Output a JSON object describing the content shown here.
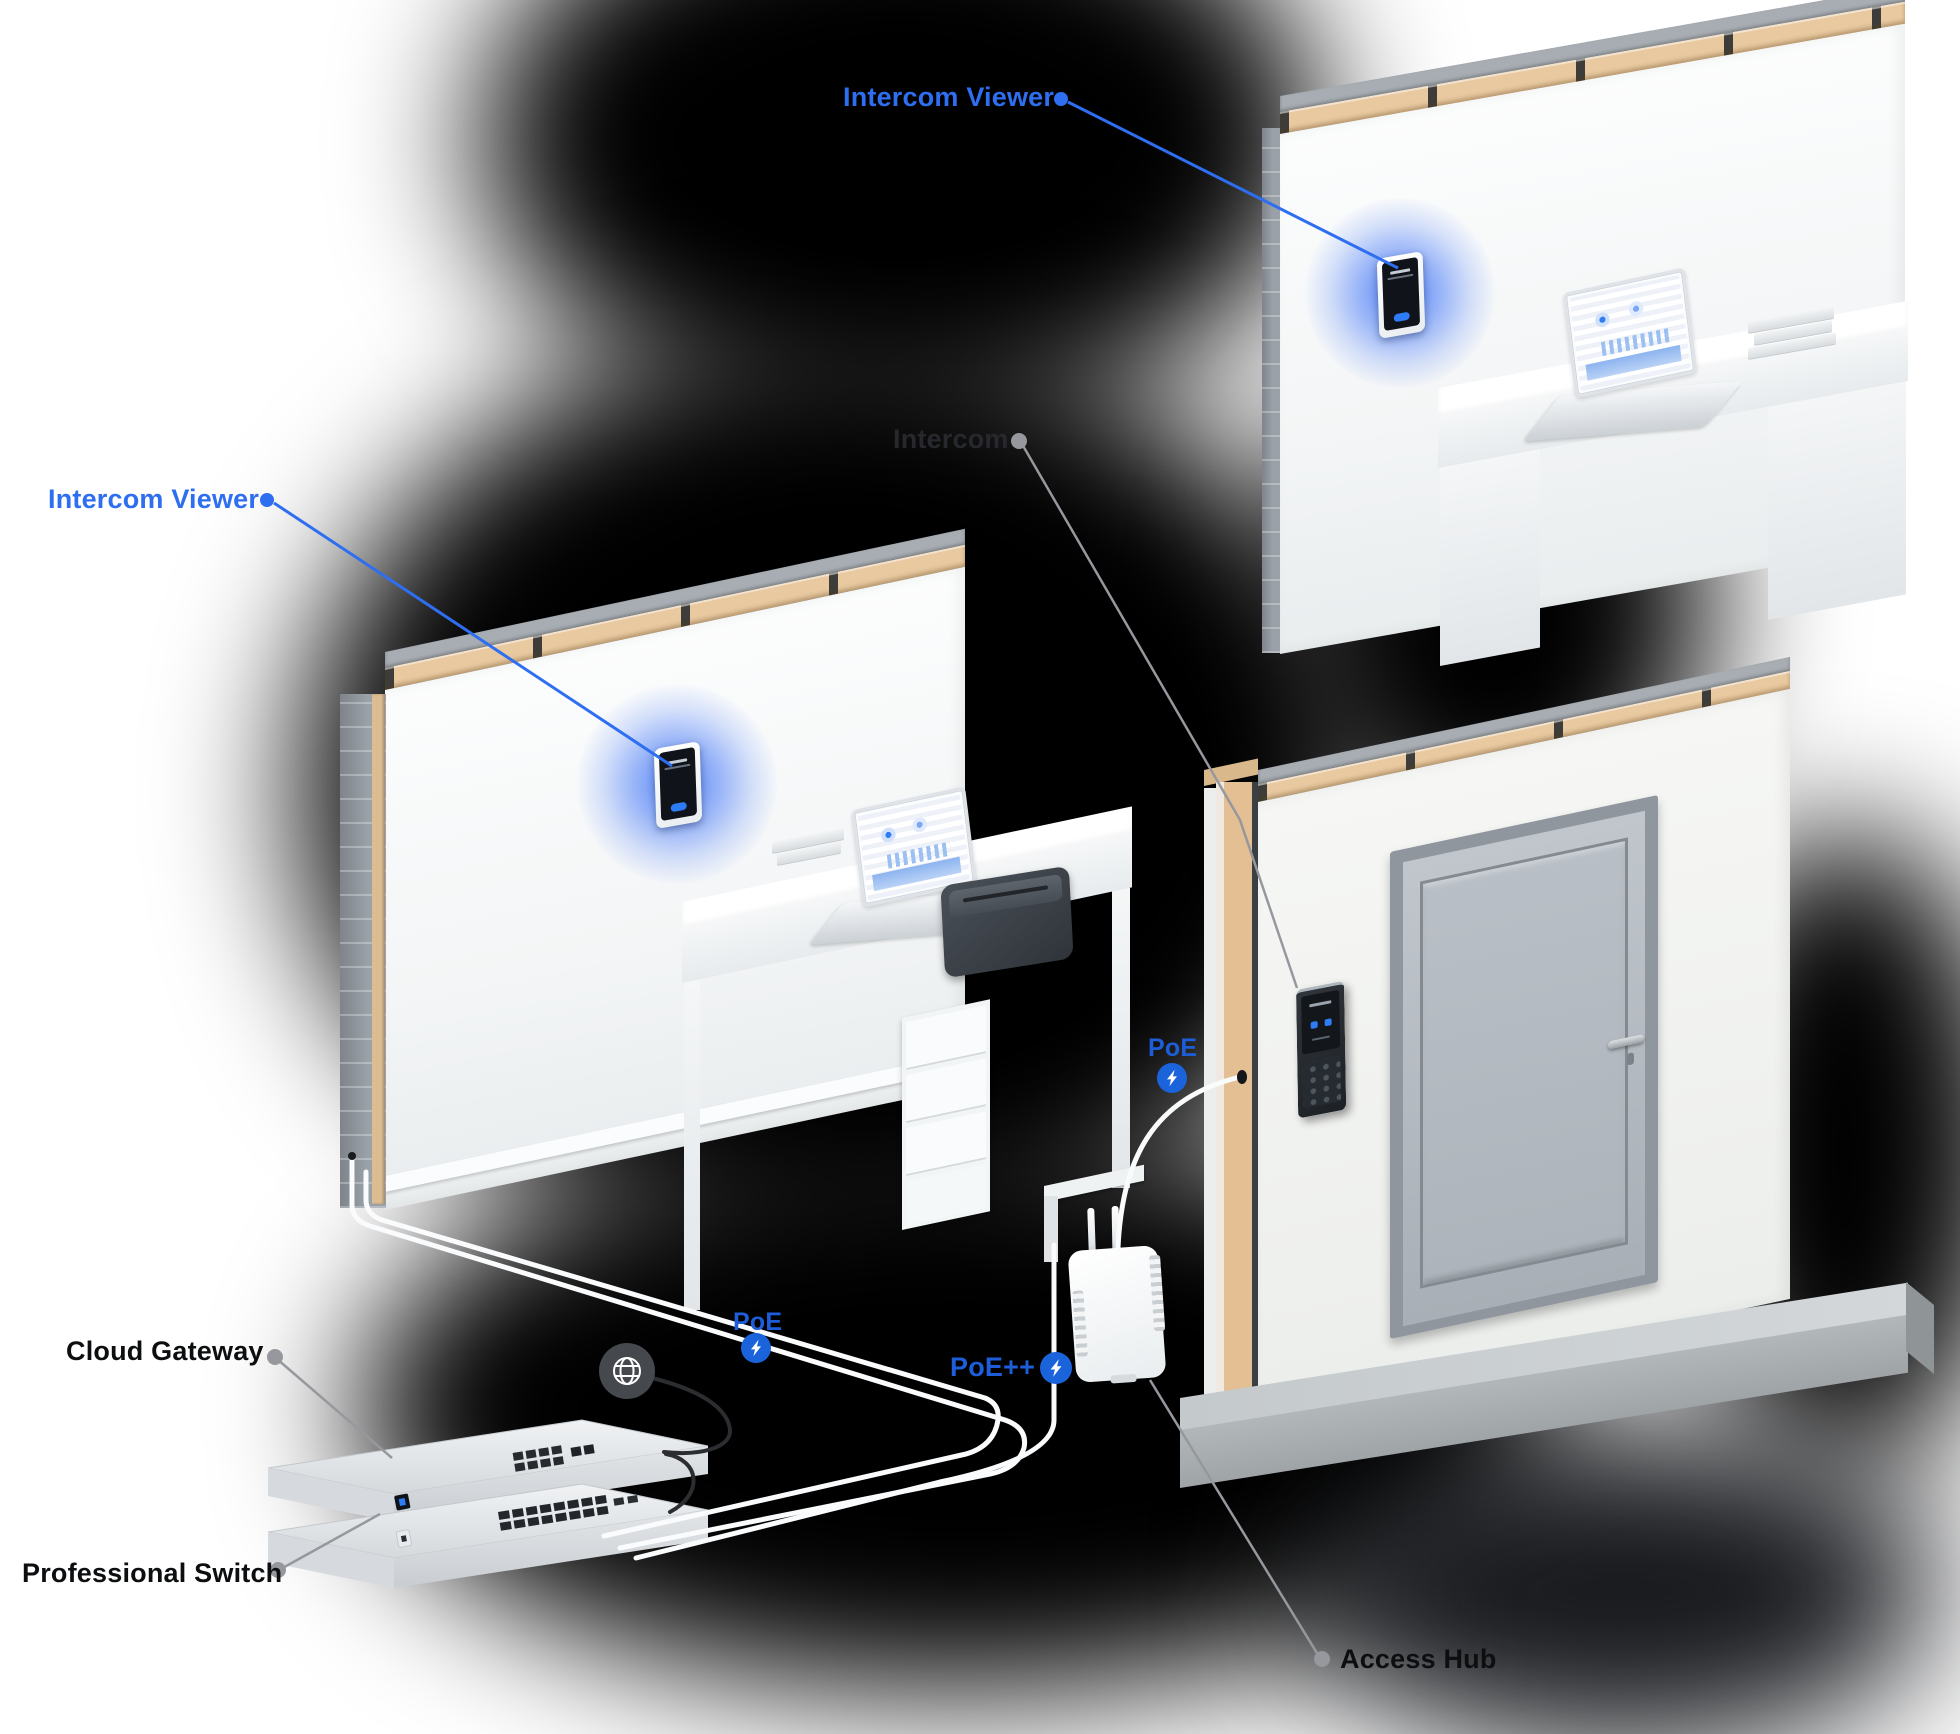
{
  "page": {
    "type": "isometric intercom system diagram",
    "background": "#ffffff"
  },
  "labels": {
    "intercom_viewer_top": "Intercom Viewer",
    "intercom_viewer_left": "Intercom Viewer",
    "intercom": "Intercom",
    "poe_door": "PoE",
    "poe_desk": "PoE",
    "poe_plus_plus": "PoE++",
    "cloud_gateway": "Cloud Gateway",
    "professional_switch": "Professional Switch",
    "access_hub": "Access Hub"
  },
  "icons": {
    "poe_badge": "lightning-bolt",
    "internet": "globe",
    "connector_dot": "circle"
  },
  "colors": {
    "link_blue": "#2e6ef0",
    "badge_blue": "#1b63da",
    "glow_blue": "#4a7cf7",
    "connector_gray": "#96989d",
    "dark_label": "#26282d",
    "black_label": "#0c0e10",
    "wood": "#e9c9a0",
    "concrete": "#a7adb3"
  }
}
